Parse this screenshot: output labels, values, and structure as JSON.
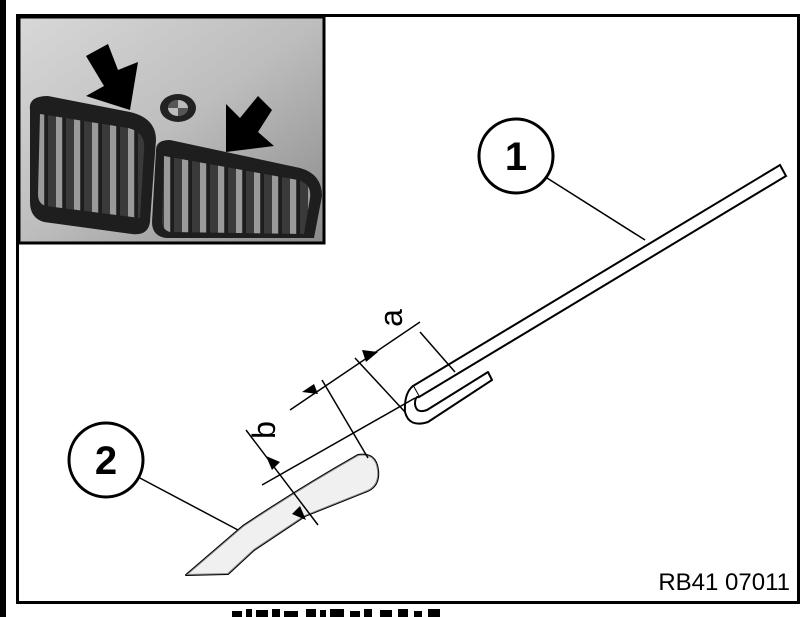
{
  "figure": {
    "callout_1": "1",
    "callout_2": "2",
    "dimension_a": "a",
    "dimension_b": "b",
    "reference_code": "RB41 07011"
  },
  "inset_photo": {
    "icons": [
      "arrow-down-right-icon",
      "arrow-down-left-icon",
      "bmw-roundel-icon"
    ]
  }
}
